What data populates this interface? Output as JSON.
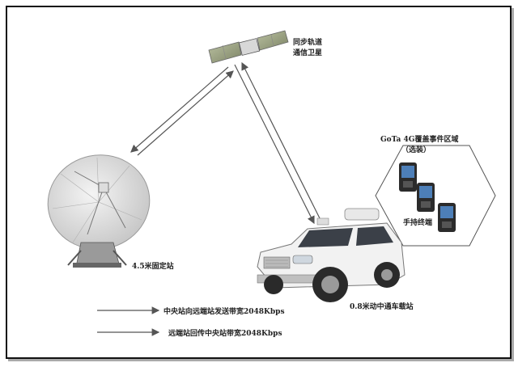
{
  "satellite": {
    "line1": "同步轨道",
    "line2": "通信卫星",
    "icon": "satellite-icon"
  },
  "fixed_station": {
    "label": "4.5米固定站",
    "icon": "dish-antenna-icon"
  },
  "vehicle_station": {
    "label": "0.8米动中通车载站",
    "icon": "suv-vehicle-icon"
  },
  "coverage": {
    "title": "GoTa 4G覆盖事件区域",
    "subtitle": "（选装）",
    "terminal_label": "手持终端",
    "icon": "handset-icon"
  },
  "legend": {
    "downlink": "中央站向远端站发送带宽2048Kbps",
    "uplink": "远端站回传中央站带宽2048Kbps"
  },
  "colors": {
    "border": "#111111",
    "arrow": "#555555",
    "vehicle": "#f2f2f2",
    "dish": "#e4e4e4"
  }
}
